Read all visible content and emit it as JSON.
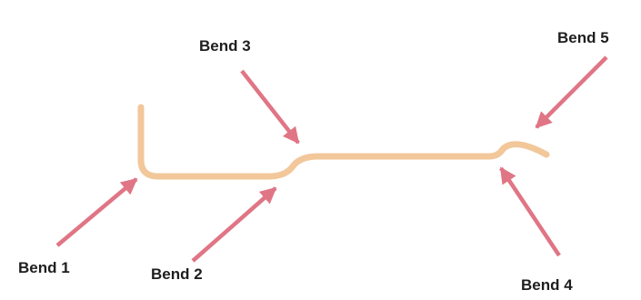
{
  "diagram": {
    "wire_color": "#f2c79a",
    "arrow_color": "#e07585",
    "callouts": [
      {
        "id": "bend-1",
        "label": "Bend 1"
      },
      {
        "id": "bend-2",
        "label": "Bend 2"
      },
      {
        "id": "bend-3",
        "label": "Bend 3"
      },
      {
        "id": "bend-4",
        "label": "Bend 4"
      },
      {
        "id": "bend-5",
        "label": "Bend 5"
      }
    ]
  }
}
